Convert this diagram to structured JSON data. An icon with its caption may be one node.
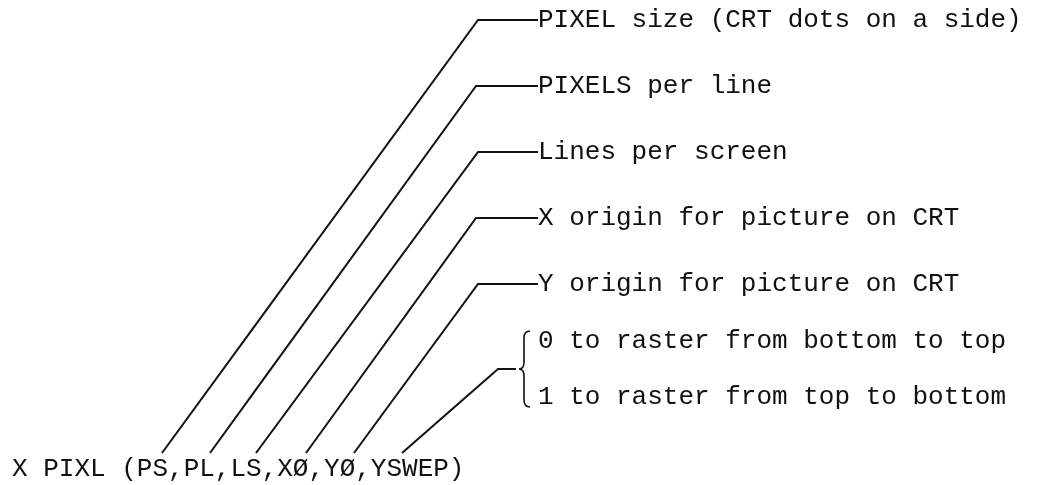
{
  "diagram": {
    "nodes": [
      {
        "text": [
          "X PIXL (PS,PL,LS,XØ,YØ,YSWEP)"
        ]
      },
      {
        "text": [
          "PIXEL size (CRT dots on a side)"
        ]
      },
      {
        "text": [
          "PIXELS per line"
        ]
      },
      {
        "text": [
          "Lines per screen"
        ]
      },
      {
        "text": [
          "X origin for picture on CRT"
        ]
      },
      {
        "text": [
          "Y origin for picture on CRT"
        ]
      },
      {
        "text": [
          "0 to raster from bottom to top",
          "1 to raster from top to bottom"
        ]
      }
    ],
    "edges": [
      {
        "from": 1,
        "to": 0,
        "arrow": "none"
      },
      {
        "from": 2,
        "to": 0,
        "arrow": "none"
      },
      {
        "from": 3,
        "to": 0,
        "arrow": "none"
      },
      {
        "from": 4,
        "to": 0,
        "arrow": "none"
      },
      {
        "from": 5,
        "to": 0,
        "arrow": "none"
      },
      {
        "from": 6,
        "to": 0,
        "arrow": "none"
      }
    ]
  }
}
